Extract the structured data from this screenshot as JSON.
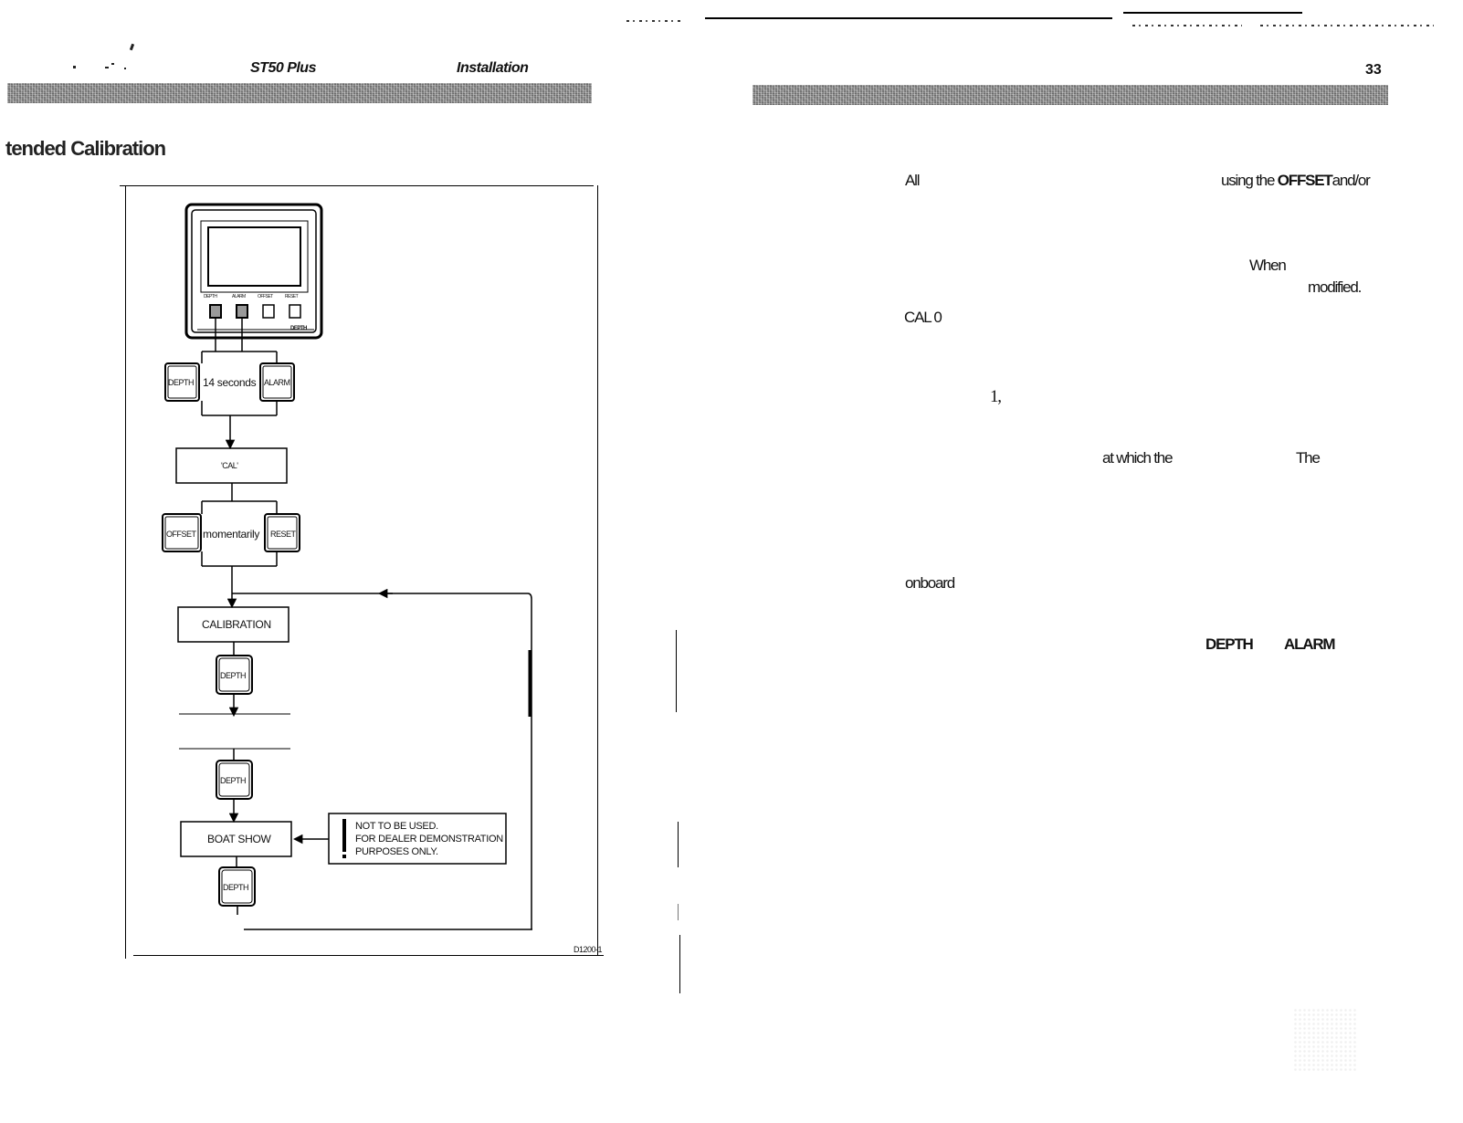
{
  "left_page": {
    "header_product": "ST50 Plus",
    "header_section": "Installation",
    "section_title": "tended Calibration",
    "figure_code": "D1200-1"
  },
  "diagram": {
    "display_buttons": [
      "DEPTH",
      "ALARM",
      "OFFSET",
      "RESET"
    ],
    "display_label": "DEPTH",
    "step1_left_key": "DEPTH",
    "step1_text": "14 seconds",
    "step1_right_key": "ALARM",
    "cal_box": "'CAL'",
    "step2_left_key": "OFFSET",
    "step2_text": "momentarily",
    "step2_right_key": "RESET",
    "calibration_box": "CALIBRATION",
    "depth_key_1": "DEPTH",
    "depth_key_2": "DEPTH",
    "boat_show_box": "BOAT SHOW",
    "depth_key_3": "DEPTH",
    "warning_lines": [
      "NOT TO BE USED.",
      "FOR DEALER DEMONSTRATION",
      "PURPOSES ONLY."
    ]
  },
  "right_page": {
    "page_number": "33",
    "fragments": {
      "f1": "All",
      "f2_pre": "using the",
      "f2_bold": "OFFSET",
      "f2_post": "and/or",
      "f3": "When",
      "f4": "modified.",
      "f5": "CAL 0",
      "f6": "1,",
      "f7": "at which the",
      "f8": "The",
      "f9": "onboard",
      "f10": "DEPTH",
      "f11": "ALARM"
    }
  }
}
